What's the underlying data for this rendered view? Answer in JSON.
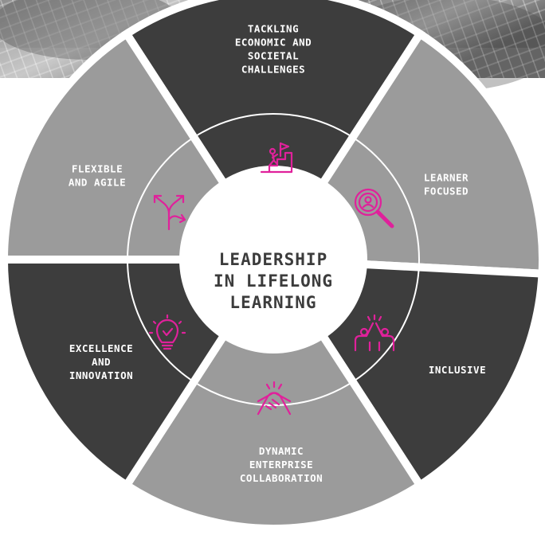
{
  "center": {
    "lines": [
      "LEADERSHIP",
      "IN LIFELONG",
      "LEARNING"
    ]
  },
  "segments": [
    {
      "id": "top",
      "lines": [
        "TACKLING",
        "ECONOMIC AND",
        "SOCIETAL",
        "CHALLENGES"
      ],
      "color": "#3d3d3d",
      "icon": "climbing-stairs-flag-icon"
    },
    {
      "id": "upper-right",
      "lines": [
        "LEARNER",
        "FOCUSED"
      ],
      "color": "#9b9b9b",
      "icon": "magnifier-person-icon"
    },
    {
      "id": "lower-right",
      "lines": [
        "INCLUSIVE"
      ],
      "color": "#3d3d3d",
      "icon": "high-five-people-icon"
    },
    {
      "id": "bottom",
      "lines": [
        "DYNAMIC",
        "ENTERPRISE",
        "COLLABORATION"
      ],
      "color": "#9b9b9b",
      "icon": "handshake-icon"
    },
    {
      "id": "lower-left",
      "lines": [
        "EXCELLENCE",
        "AND",
        "INNOVATION"
      ],
      "color": "#3d3d3d",
      "icon": "lightbulb-check-icon"
    },
    {
      "id": "upper-left",
      "lines": [
        "FLEXIBLE",
        "AND AGILE"
      ],
      "color": "#9b9b9b",
      "icon": "diverging-arrows-icon"
    }
  ],
  "colors": {
    "dark": "#3d3d3d",
    "light": "#9b9b9b",
    "accent": "#e0219b",
    "center_fill": "#ffffff",
    "center_text": "#3c3c3c"
  }
}
